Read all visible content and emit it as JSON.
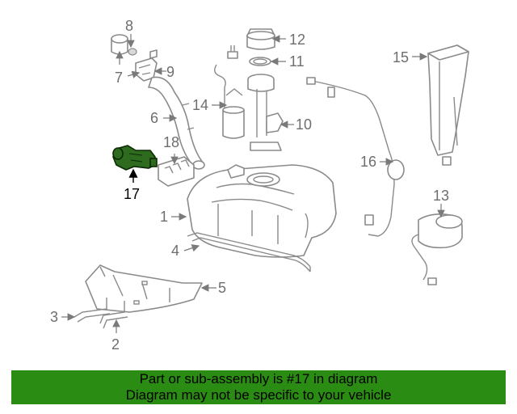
{
  "diagram": {
    "highlighted_part": "17",
    "colors": {
      "highlight": "#2e6b1f",
      "footer_bg": "#2b8c13",
      "line": "#8a8a8a"
    },
    "callouts": {
      "c1": "1",
      "c2": "2",
      "c3": "3",
      "c4": "4",
      "c5": "5",
      "c6": "6",
      "c7": "7",
      "c8": "8",
      "c9": "9",
      "c10": "10",
      "c11": "11",
      "c12": "12",
      "c13": "13",
      "c14": "14",
      "c15": "15",
      "c16": "16",
      "c17": "17",
      "c18": "18"
    }
  },
  "footer": {
    "line1": "Part or sub-assembly is #17 in diagram",
    "line2": "Diagram may not be specific to your vehicle"
  }
}
